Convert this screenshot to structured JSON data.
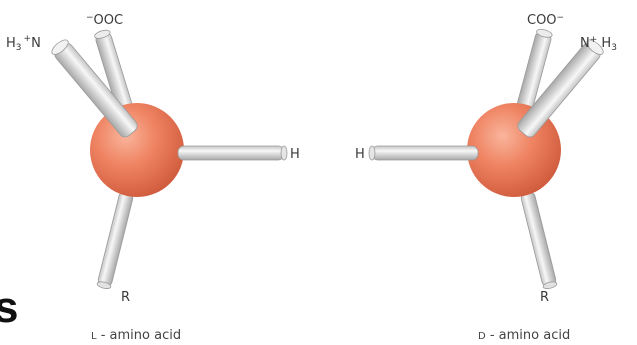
{
  "colors": {
    "atom_fill": "#ef8463",
    "atom_shade": "#cf5a3c",
    "atom_highlight": "#f9b59c",
    "bond_light": "#f4f4f4",
    "bond_dark": "#b8b8b8",
    "bond_outline": "#8a8a8a",
    "label_color": "#3a3a3a"
  },
  "left_molecule": {
    "label_amine_main": "H",
    "label_amine_sub": "3",
    "label_amine_sup": "+",
    "label_amine_n": "N",
    "label_carboxyl_sup": "−",
    "label_carboxyl": "OOC",
    "label_h": "H",
    "label_r": "R",
    "caption_prefix": "L",
    "caption_rest": " - amino acid"
  },
  "right_molecule": {
    "label_carboxyl": "COO",
    "label_carboxyl_sup": "−",
    "label_amine_n": "N",
    "label_amine_sup": "+",
    "label_amine_main": " H",
    "label_amine_sub": "3",
    "label_h": "H",
    "label_r": "R",
    "caption_prefix": "D",
    "caption_rest": " - amino acid"
  },
  "edge_fragment": {
    "text": "s"
  }
}
